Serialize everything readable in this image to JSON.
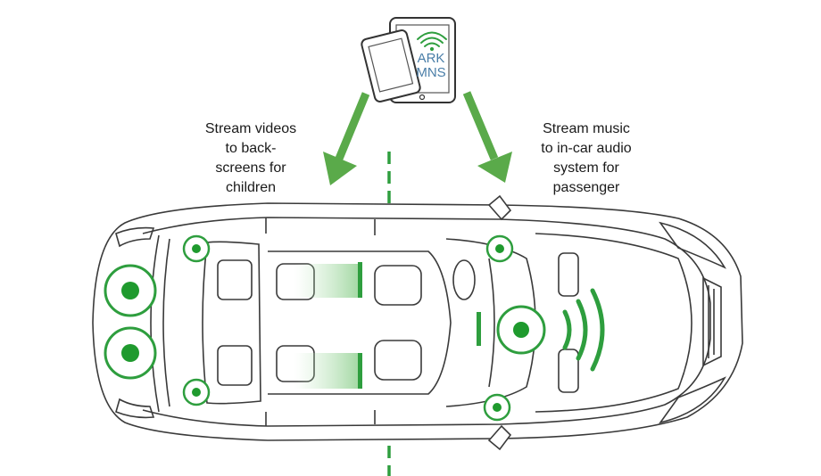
{
  "captions": {
    "left": "Stream videos\nto back-\nscreens for\nchildren",
    "right": "Stream music\nto in-car audio\nsystem for\npassenger"
  },
  "logo": {
    "line1": "ARK",
    "line2": "MNS"
  },
  "colors": {
    "accent_green": "#2e9e3e",
    "arrow_green": "#5aaa4a",
    "outline": "#3a3a3a",
    "logo_blue": "#4a7ea8"
  },
  "icons": [
    "phone-icon",
    "tablet-icon",
    "wifi-icon",
    "speaker-icon",
    "sound-waves-icon"
  ]
}
